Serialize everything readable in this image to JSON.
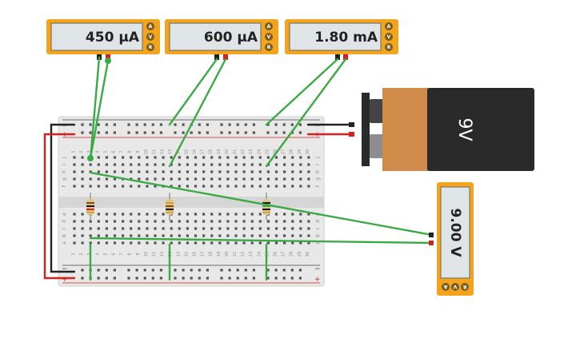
{
  "meters": [
    {
      "name": "ammeter-1",
      "reading": "450 µA",
      "knobs": [
        "A",
        "V",
        "R"
      ]
    },
    {
      "name": "ammeter-2",
      "reading": "600 µA",
      "knobs": [
        "A",
        "V",
        "R"
      ]
    },
    {
      "name": "ammeter-3",
      "reading": "1.80 mA",
      "knobs": [
        "A",
        "V",
        "R"
      ]
    },
    {
      "name": "voltmeter",
      "reading": "9.00 V",
      "knobs": [
        "A",
        "V",
        "R"
      ]
    }
  ],
  "battery": {
    "label": "9V"
  },
  "breadboard": {
    "column_numbers": [
      "1",
      "2",
      "3",
      "4",
      "5",
      "6",
      "7",
      "8",
      "9",
      "10",
      "11",
      "12",
      "13",
      "14",
      "15",
      "16",
      "17",
      "18",
      "19",
      "20",
      "21",
      "22",
      "23",
      "24",
      "25",
      "26",
      "27",
      "28",
      "29",
      "30"
    ],
    "row_letters_top": [
      "j",
      "i",
      "h",
      "g",
      "f"
    ],
    "row_letters_bottom": [
      "e",
      "d",
      "c",
      "b",
      "a"
    ],
    "rail_plus": "+",
    "rail_minus": "−"
  },
  "colors": {
    "meter_body": "#f2a41c",
    "meter_screen": "#dfe5e7",
    "wire_green": "#3aaa45",
    "wire_red": "#d42020",
    "wire_black": "#222222",
    "rail_red": "#d42020",
    "rail_blue": "#333333",
    "battery_copper": "#d08a4a",
    "battery_black": "#2a2a2a"
  }
}
